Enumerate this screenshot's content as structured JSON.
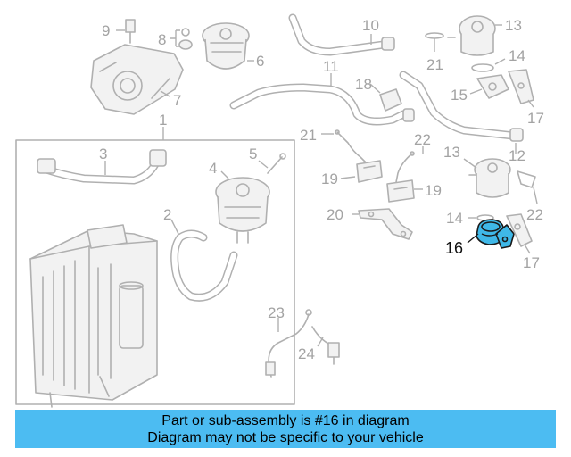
{
  "callouts": {
    "c1": "1",
    "c2": "2",
    "c3": "3",
    "c4": "4",
    "c5": "5",
    "c6": "6",
    "c7": "7",
    "c8": "8",
    "c9": "9",
    "c10": "10",
    "c11": "11",
    "c12": "12",
    "c13a": "13",
    "c13b": "13",
    "c14a": "14",
    "c14b": "14",
    "c15": "15",
    "c16": "16",
    "c17a": "17",
    "c17b": "17",
    "c18": "18",
    "c19a": "19",
    "c19b": "19",
    "c20": "20",
    "c21a": "21",
    "c21b": "21",
    "c22a": "22",
    "c22b": "22",
    "c23": "23",
    "c24": "24"
  },
  "highlight": {
    "part_number": "16",
    "color": "#3fb8e8"
  },
  "banner": {
    "line1": "Part or sub-assembly is #16 in diagram",
    "line2": "Diagram may not be specific to your vehicle",
    "color": "#4cbcf2"
  }
}
